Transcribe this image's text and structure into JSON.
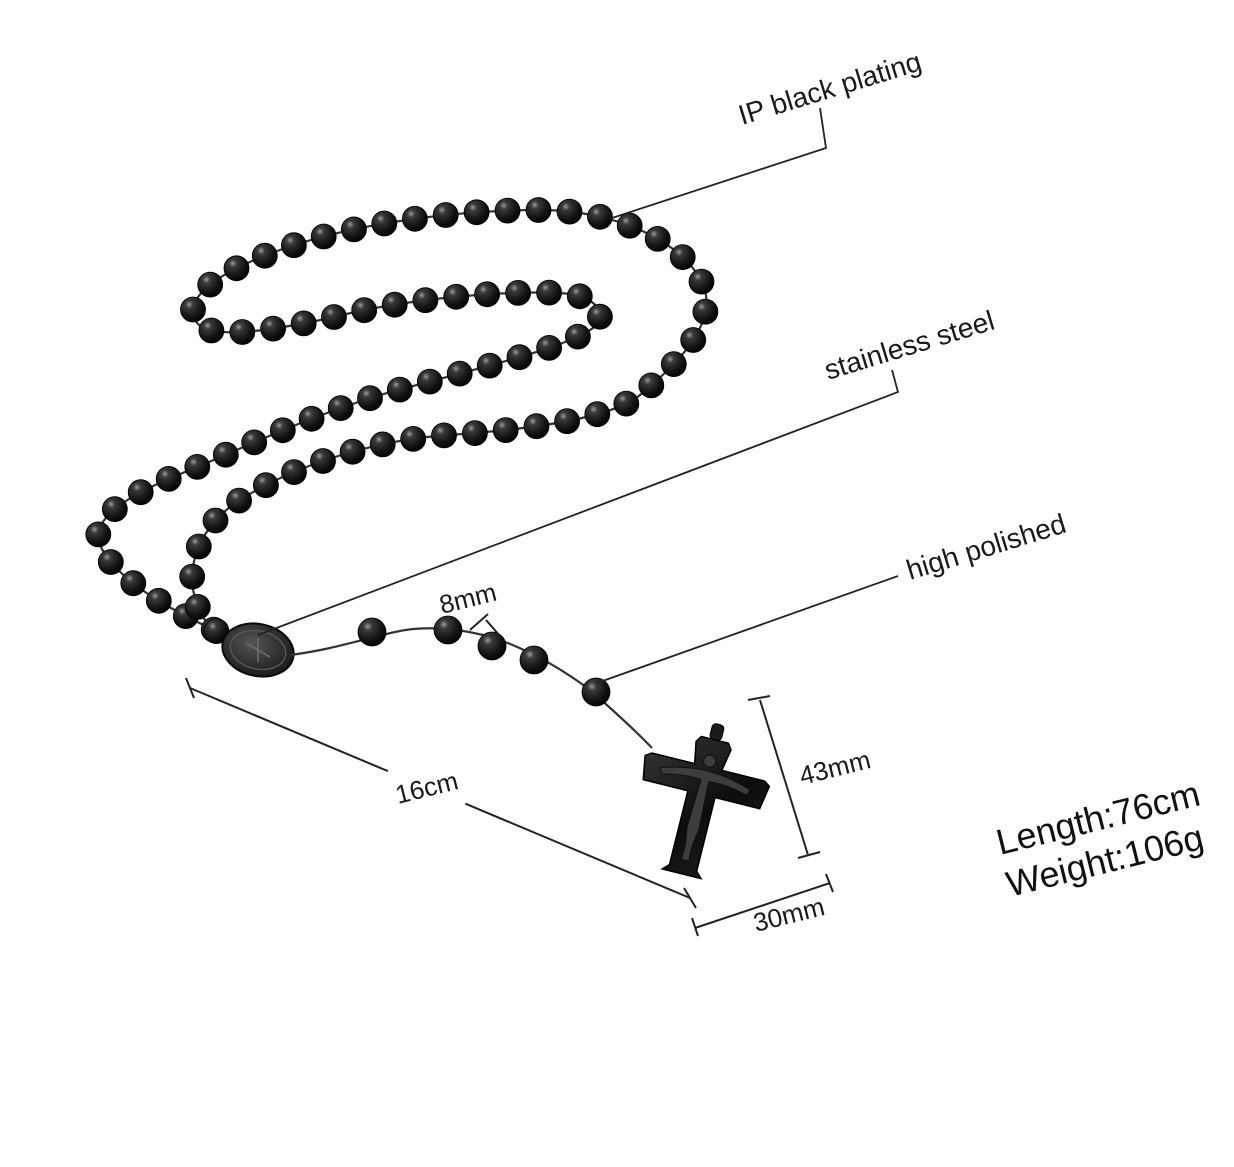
{
  "callouts": {
    "plating": "IP black plating",
    "material": "stainless steel",
    "finish": "high polished"
  },
  "dimensions": {
    "bead": "8mm",
    "drop": "16cm",
    "cross_height": "43mm",
    "cross_width": "30mm"
  },
  "specs": {
    "length": "Length:76cm",
    "weight": "Weight:106g"
  },
  "colors": {
    "bead": "#1c1c1c",
    "metal": "#2a2a2a",
    "background": "#ffffff"
  }
}
